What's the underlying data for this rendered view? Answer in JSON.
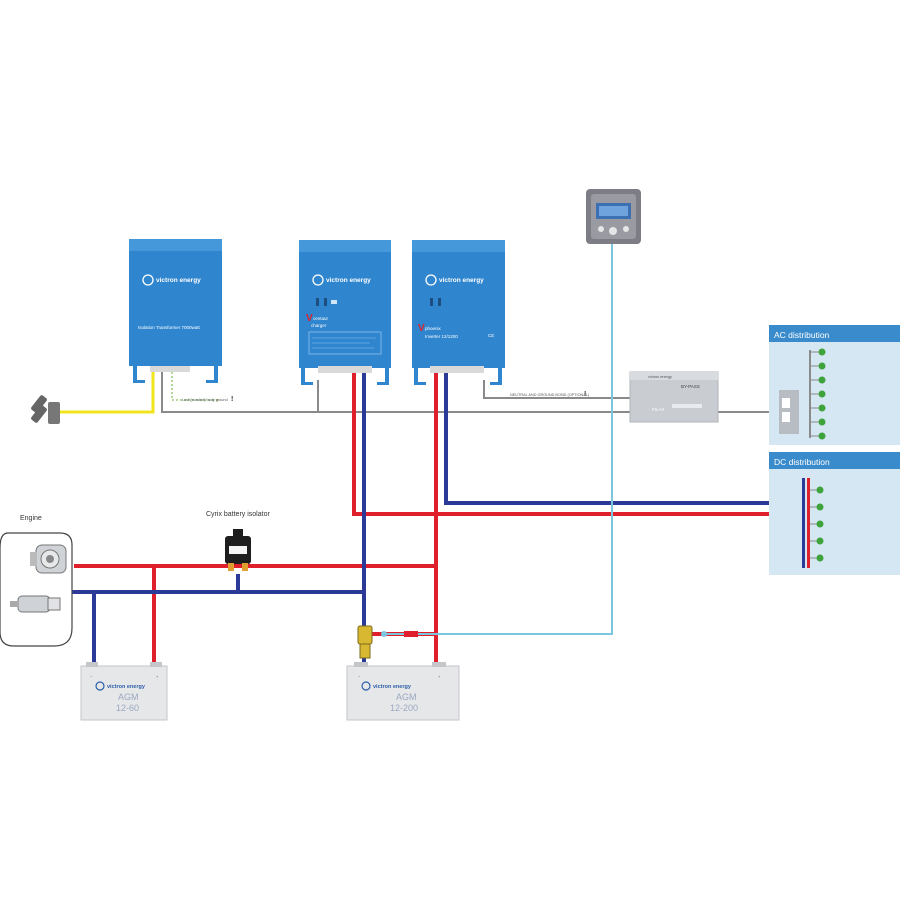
{
  "units": {
    "transformer": {
      "brand": "victron energy",
      "title": "Isolation Transformer 7000watt"
    },
    "charger": {
      "brand": "victron energy",
      "title": "centaur",
      "subtitle": "charger"
    },
    "inverter": {
      "brand": "victron energy",
      "title": "phoenix",
      "subtitle": "Inverter 12/1200"
    }
  },
  "notes": {
    "grounding": "Lost (bonded) body ground",
    "neutral": "NEUTRAL AND GROUND BOND (OPTIONAL)"
  },
  "filax": {
    "brand": "victron energy",
    "model": "BY-PASS",
    "name": "FILAX"
  },
  "panels": {
    "ac": {
      "title": "AC distribution"
    },
    "dc": {
      "title": "DC distribution"
    }
  },
  "labels": {
    "engine": "Engine",
    "isolator": "Cyrix battery isolator"
  },
  "batteries": [
    {
      "brand": "victron energy",
      "model_line1": "AGM",
      "model_line2": "12-60"
    },
    {
      "brand": "victron energy",
      "model_line1": "AGM",
      "model_line2": "12-200"
    }
  ],
  "colors": {
    "positive": "#e01f2c",
    "negative": "#2a3a96",
    "ac": "#8a8a8a",
    "shore": "#f2e41c",
    "data": "#7cc7dd",
    "unit_blue": "#2f86cf",
    "panel_bg": "#d4e7f2",
    "panel_header": "#3a8bcb",
    "breaker": "#3fa33c"
  }
}
